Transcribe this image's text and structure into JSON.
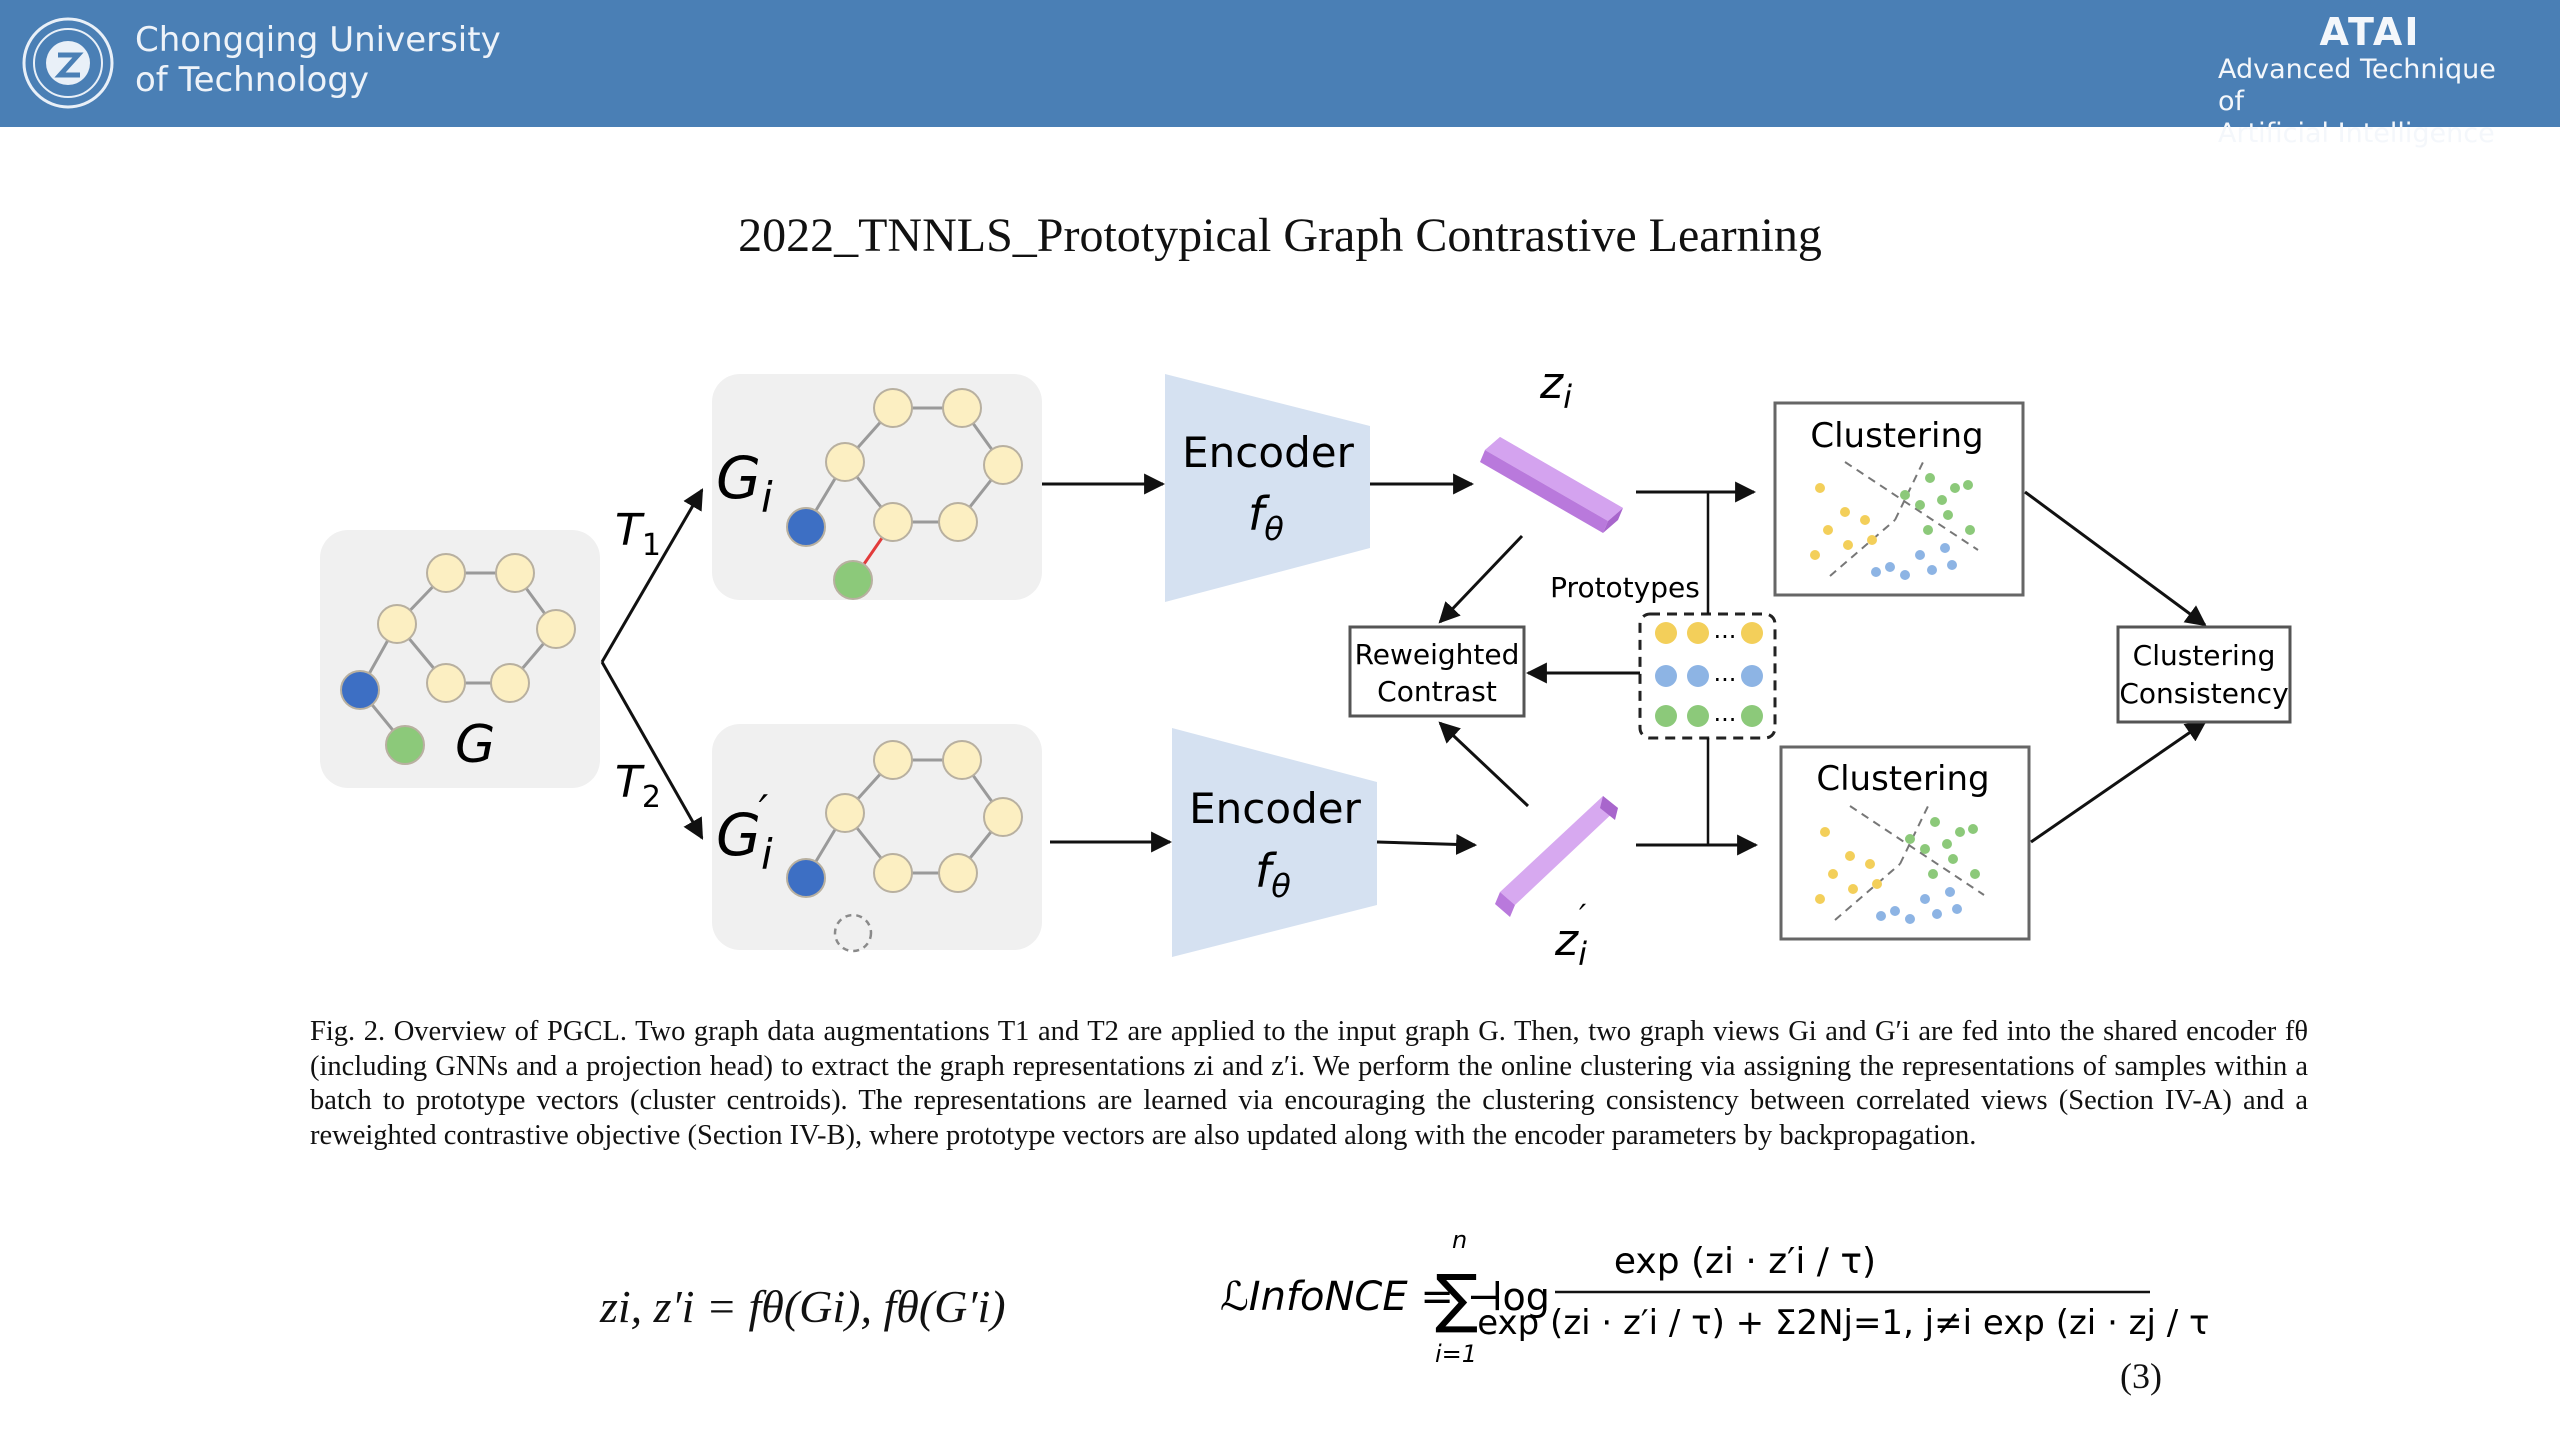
{
  "header": {
    "university_line1": "Chongqing University",
    "university_line2": "of Technology",
    "lab_name": "ATAI",
    "lab_line1": "Advanced Technique of",
    "lab_line2": "Artificial  Intelligence",
    "banner_color": "#4a7fb5"
  },
  "slide": {
    "title": "2022_TNNLS_Prototypical Graph Contrastive Learning"
  },
  "diagram": {
    "input_graph_label": "G",
    "aug1_label": "T",
    "aug1_sub": "1",
    "aug2_label": "T",
    "aug2_sub": "2",
    "view1_label": "G",
    "view1_sub": "i",
    "view2_label": "G",
    "view2_sub": "i",
    "view2_prime": "′",
    "encoder_label": "Encoder",
    "encoder_fn": "f",
    "encoder_fn_sub": "θ",
    "z_label": "z",
    "z_sub": "i",
    "z_prime": "′",
    "prototypes_label": "Prototypes",
    "ellipsis": "...",
    "reweighted_line1": "Reweighted",
    "reweighted_line2": "Contrast",
    "clustering_label": "Clustering",
    "consistency_line1": "Clustering",
    "consistency_line2": "Consistency",
    "colors": {
      "node_fill": "#fcefc2",
      "blue_node": "#3d6fc4",
      "green_node": "#8cc97a",
      "encoder_fill": "#d5e1f1",
      "projection_fill": "#d7a9f0",
      "graph_panel": "#f0f0f0",
      "yellow_point": "#f3cf5a",
      "green_point": "#8cc97a",
      "blue_point": "#8db4e4"
    }
  },
  "caption": {
    "text": "Fig. 2.   Overview of PGCL. Two graph data augmentations T1 and T2 are applied to the input graph G. Then, two graph views Gi and G′i are fed into the shared encoder fθ (including GNNs and a projection head) to extract the graph representations zi and z′i. We perform the online clustering via assigning the representations of samples within a batch to prototype vectors (cluster centroids). The representations are learned via encouraging the clustering consistency between correlated views (Section IV-A) and a reweighted contrastive objective (Section IV-B), where prototype vectors are also updated along with the encoder parameters by backpropagation."
  },
  "equations": {
    "eq1": "zi, z′i = fθ(Gi), fθ(G′i)",
    "eq2_lhs": "ℒInfoNCE = −",
    "eq2_sum_top": "n",
    "eq2_sum_bottom": "i=1",
    "eq2_log": "log",
    "eq2_numerator": "exp (zi · z′i / τ)",
    "eq2_denominator": "exp (zi · z′i / τ) + Σ2Nj=1, j≠i exp (zi · zj / τ)",
    "eq2_number": "(3)"
  }
}
